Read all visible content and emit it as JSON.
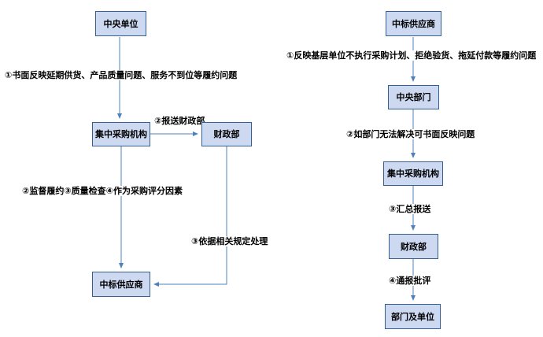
{
  "flows": {
    "left": {
      "nodes": [
        "中央单位",
        "集中采购机构",
        "财政部",
        "中标供应商"
      ],
      "labels": [
        "①书面反映延期供货、产品质量问题、服务不到位等履约问题",
        "②报送财政部",
        "②监督履约③质量检查④作为采购评分因素",
        "③依据相关规定处理"
      ]
    },
    "right": {
      "nodes": [
        "中标供应商",
        "中央部门",
        "集中采购机构",
        "财政部",
        "部门及单位"
      ],
      "labels": [
        "①反映基层单位不执行采购计划、拒绝验货、拖延付款等履约问题",
        "②如部门无法解决可书面反映问题",
        "③汇总报送",
        "④通报批评"
      ]
    },
    "colors": {
      "box_fill": "#ccd9f1",
      "box_border": "#365f91",
      "connector": "#4f81bd"
    }
  }
}
